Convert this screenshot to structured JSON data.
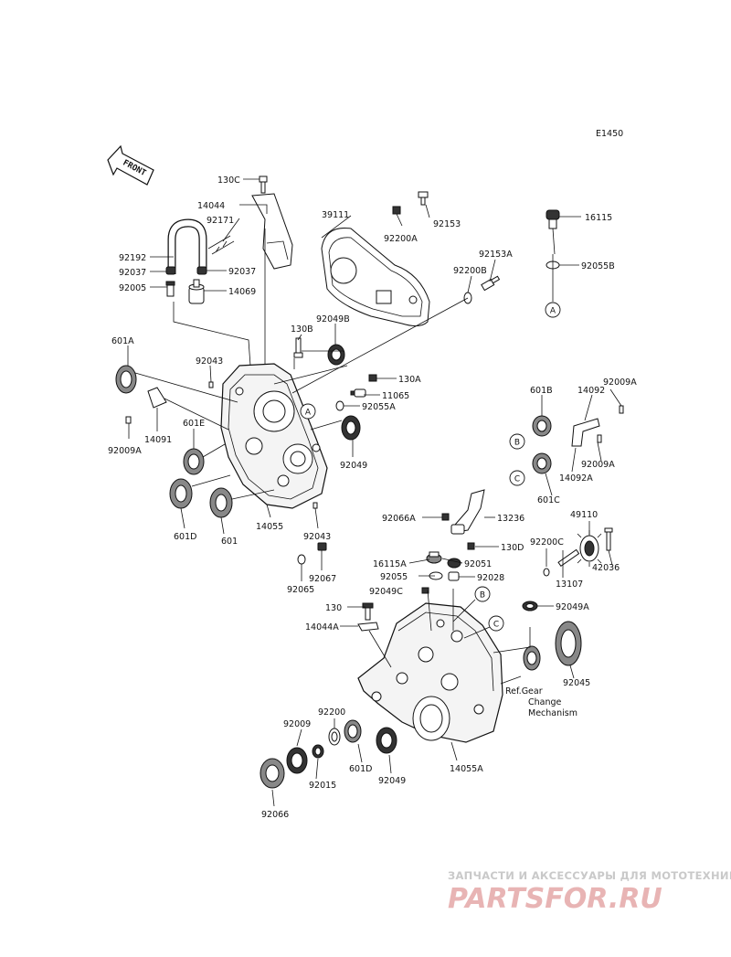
{
  "diagram_code": "E1450",
  "front_label": "FRONT",
  "watermark": {
    "top_text": "ЗАПЧАСТИ И АКСЕССУАРЫ ДЛЯ МОТОТЕХНИКИ",
    "logo_text": "PARTSFOR.RU"
  },
  "refs": {
    "a1": "A",
    "a2": "A",
    "b1": "B",
    "b2": "B",
    "c1": "C",
    "c2": "C"
  },
  "note": {
    "line1": "Ref.Gear",
    "line2": "Change",
    "line3": "Mechanism"
  },
  "labels": {
    "l130C": "130C",
    "l14044": "14044",
    "l92171": "92171",
    "l92192": "92192",
    "l92037a": "92037",
    "l92037b": "92037",
    "l92005": "92005",
    "l14069": "14069",
    "l39111": "39111",
    "l92153": "92153",
    "l92200A": "92200A",
    "l16115": "16115",
    "l92153A": "92153A",
    "l92200B": "92200B",
    "l92055B": "92055B",
    "l130B": "130B",
    "l92049B": "92049B",
    "l601A": "601A",
    "l92043a": "92043",
    "l130A": "130A",
    "l11065": "11065",
    "l92055A": "92055A",
    "l92009Aa": "92009A",
    "l14091": "14091",
    "l601E": "601E",
    "l92049a": "92049",
    "l601D": "601D",
    "l601": "601",
    "l14055": "14055",
    "l92043b": "92043",
    "l92067": "92067",
    "l92065": "92065",
    "l601B": "601B",
    "l14092": "14092",
    "l92009Ab": "92009A",
    "l92009Ac": "92009A",
    "l14092A": "14092A",
    "l601C": "601C",
    "l92066A": "92066A",
    "l13236": "13236",
    "l130D": "130D",
    "l49110": "49110",
    "l16115A": "16115A",
    "l92051": "92051",
    "l92055": "92055",
    "l92028": "92028",
    "l92049C": "92049C",
    "l92200C": "92200C",
    "l42036": "42036",
    "l13107": "13107",
    "l130": "130",
    "l92049A": "92049A",
    "l14044A": "14044A",
    "l92045": "92045",
    "l92200": "92200",
    "l92009": "92009",
    "l601Db": "601D",
    "l92049b": "92049",
    "l14055A": "14055A",
    "l92015": "92015",
    "l92066": "92066"
  }
}
